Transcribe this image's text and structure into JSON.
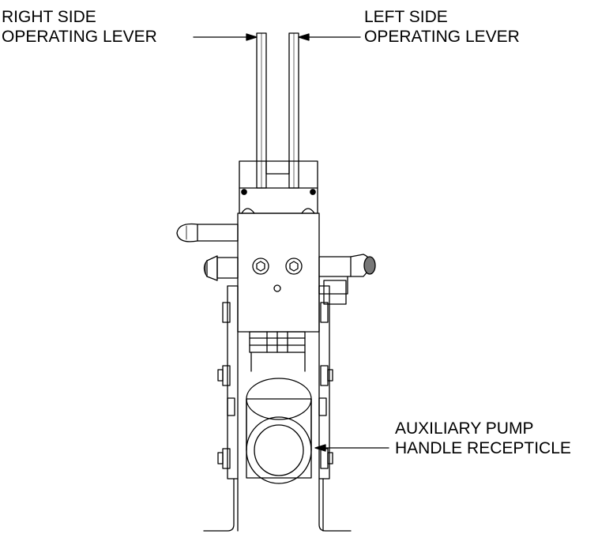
{
  "labels": {
    "right_lever": {
      "line1": "RIGHT SIDE",
      "line2": "OPERATING LEVER"
    },
    "left_lever": {
      "line1": "LEFT SIDE",
      "line2": "OPERATING LEVER"
    },
    "aux_pump": {
      "line1": "AUXILIARY PUMP",
      "line2": "HANDLE RECEPTICLE"
    }
  },
  "colors": {
    "line": "#000000",
    "background": "#ffffff",
    "shade": "#777777"
  }
}
